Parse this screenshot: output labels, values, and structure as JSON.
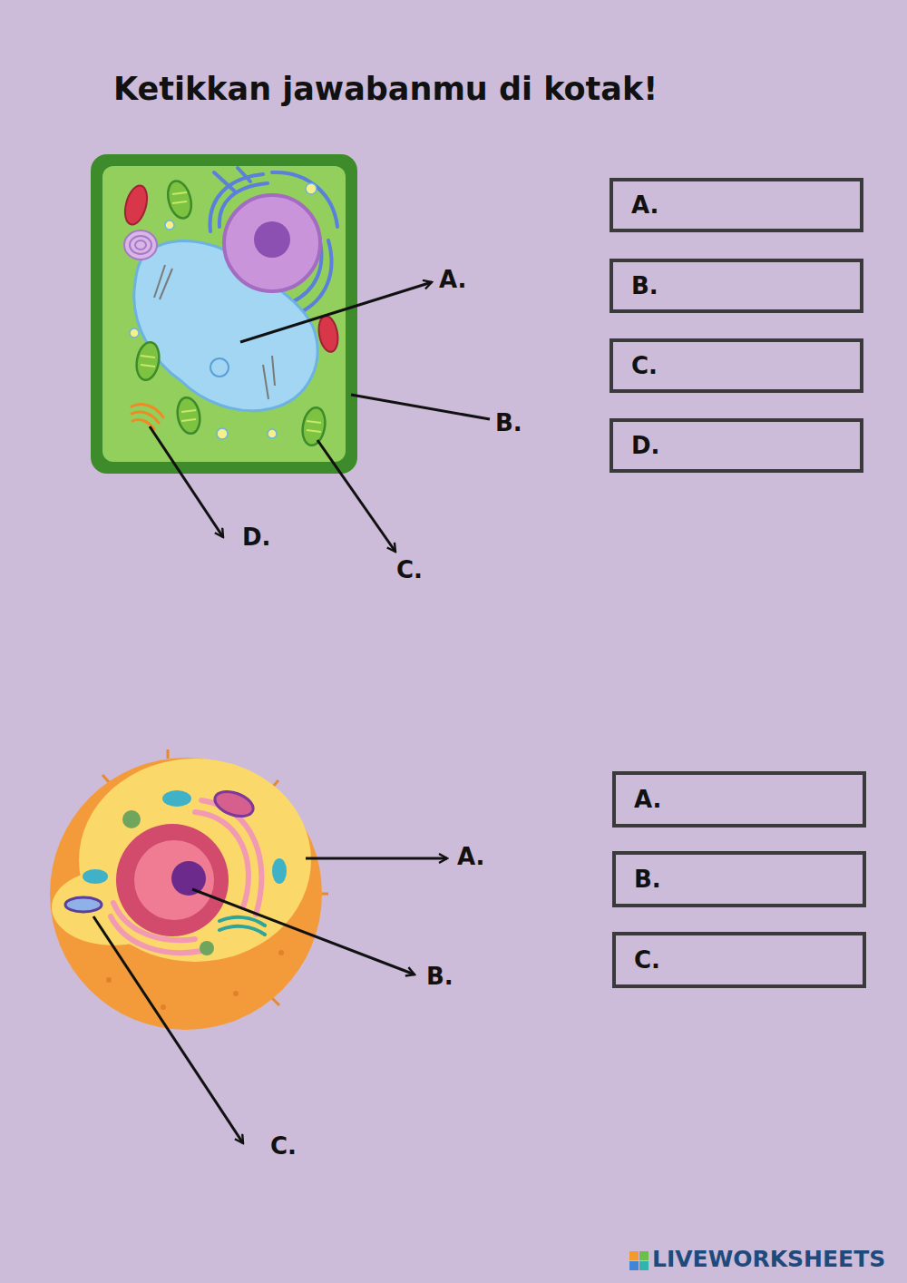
{
  "diagram": {
    "title": "Ketikkan jawabanmu di kotak!",
    "nodes": [
      {
        "text": [
          "A."
        ]
      },
      {
        "text": [
          "B."
        ]
      },
      {
        "text": [
          "C."
        ]
      },
      {
        "text": [
          "D."
        ]
      },
      {
        "text": [
          "A."
        ]
      },
      {
        "text": [
          "B."
        ]
      },
      {
        "text": [
          "C."
        ]
      }
    ],
    "labels": [
      "A.",
      "B.",
      "D.",
      "C.",
      "A.",
      "B.",
      "C.",
      "LIVEWORKSHEETS"
    ]
  }
}
